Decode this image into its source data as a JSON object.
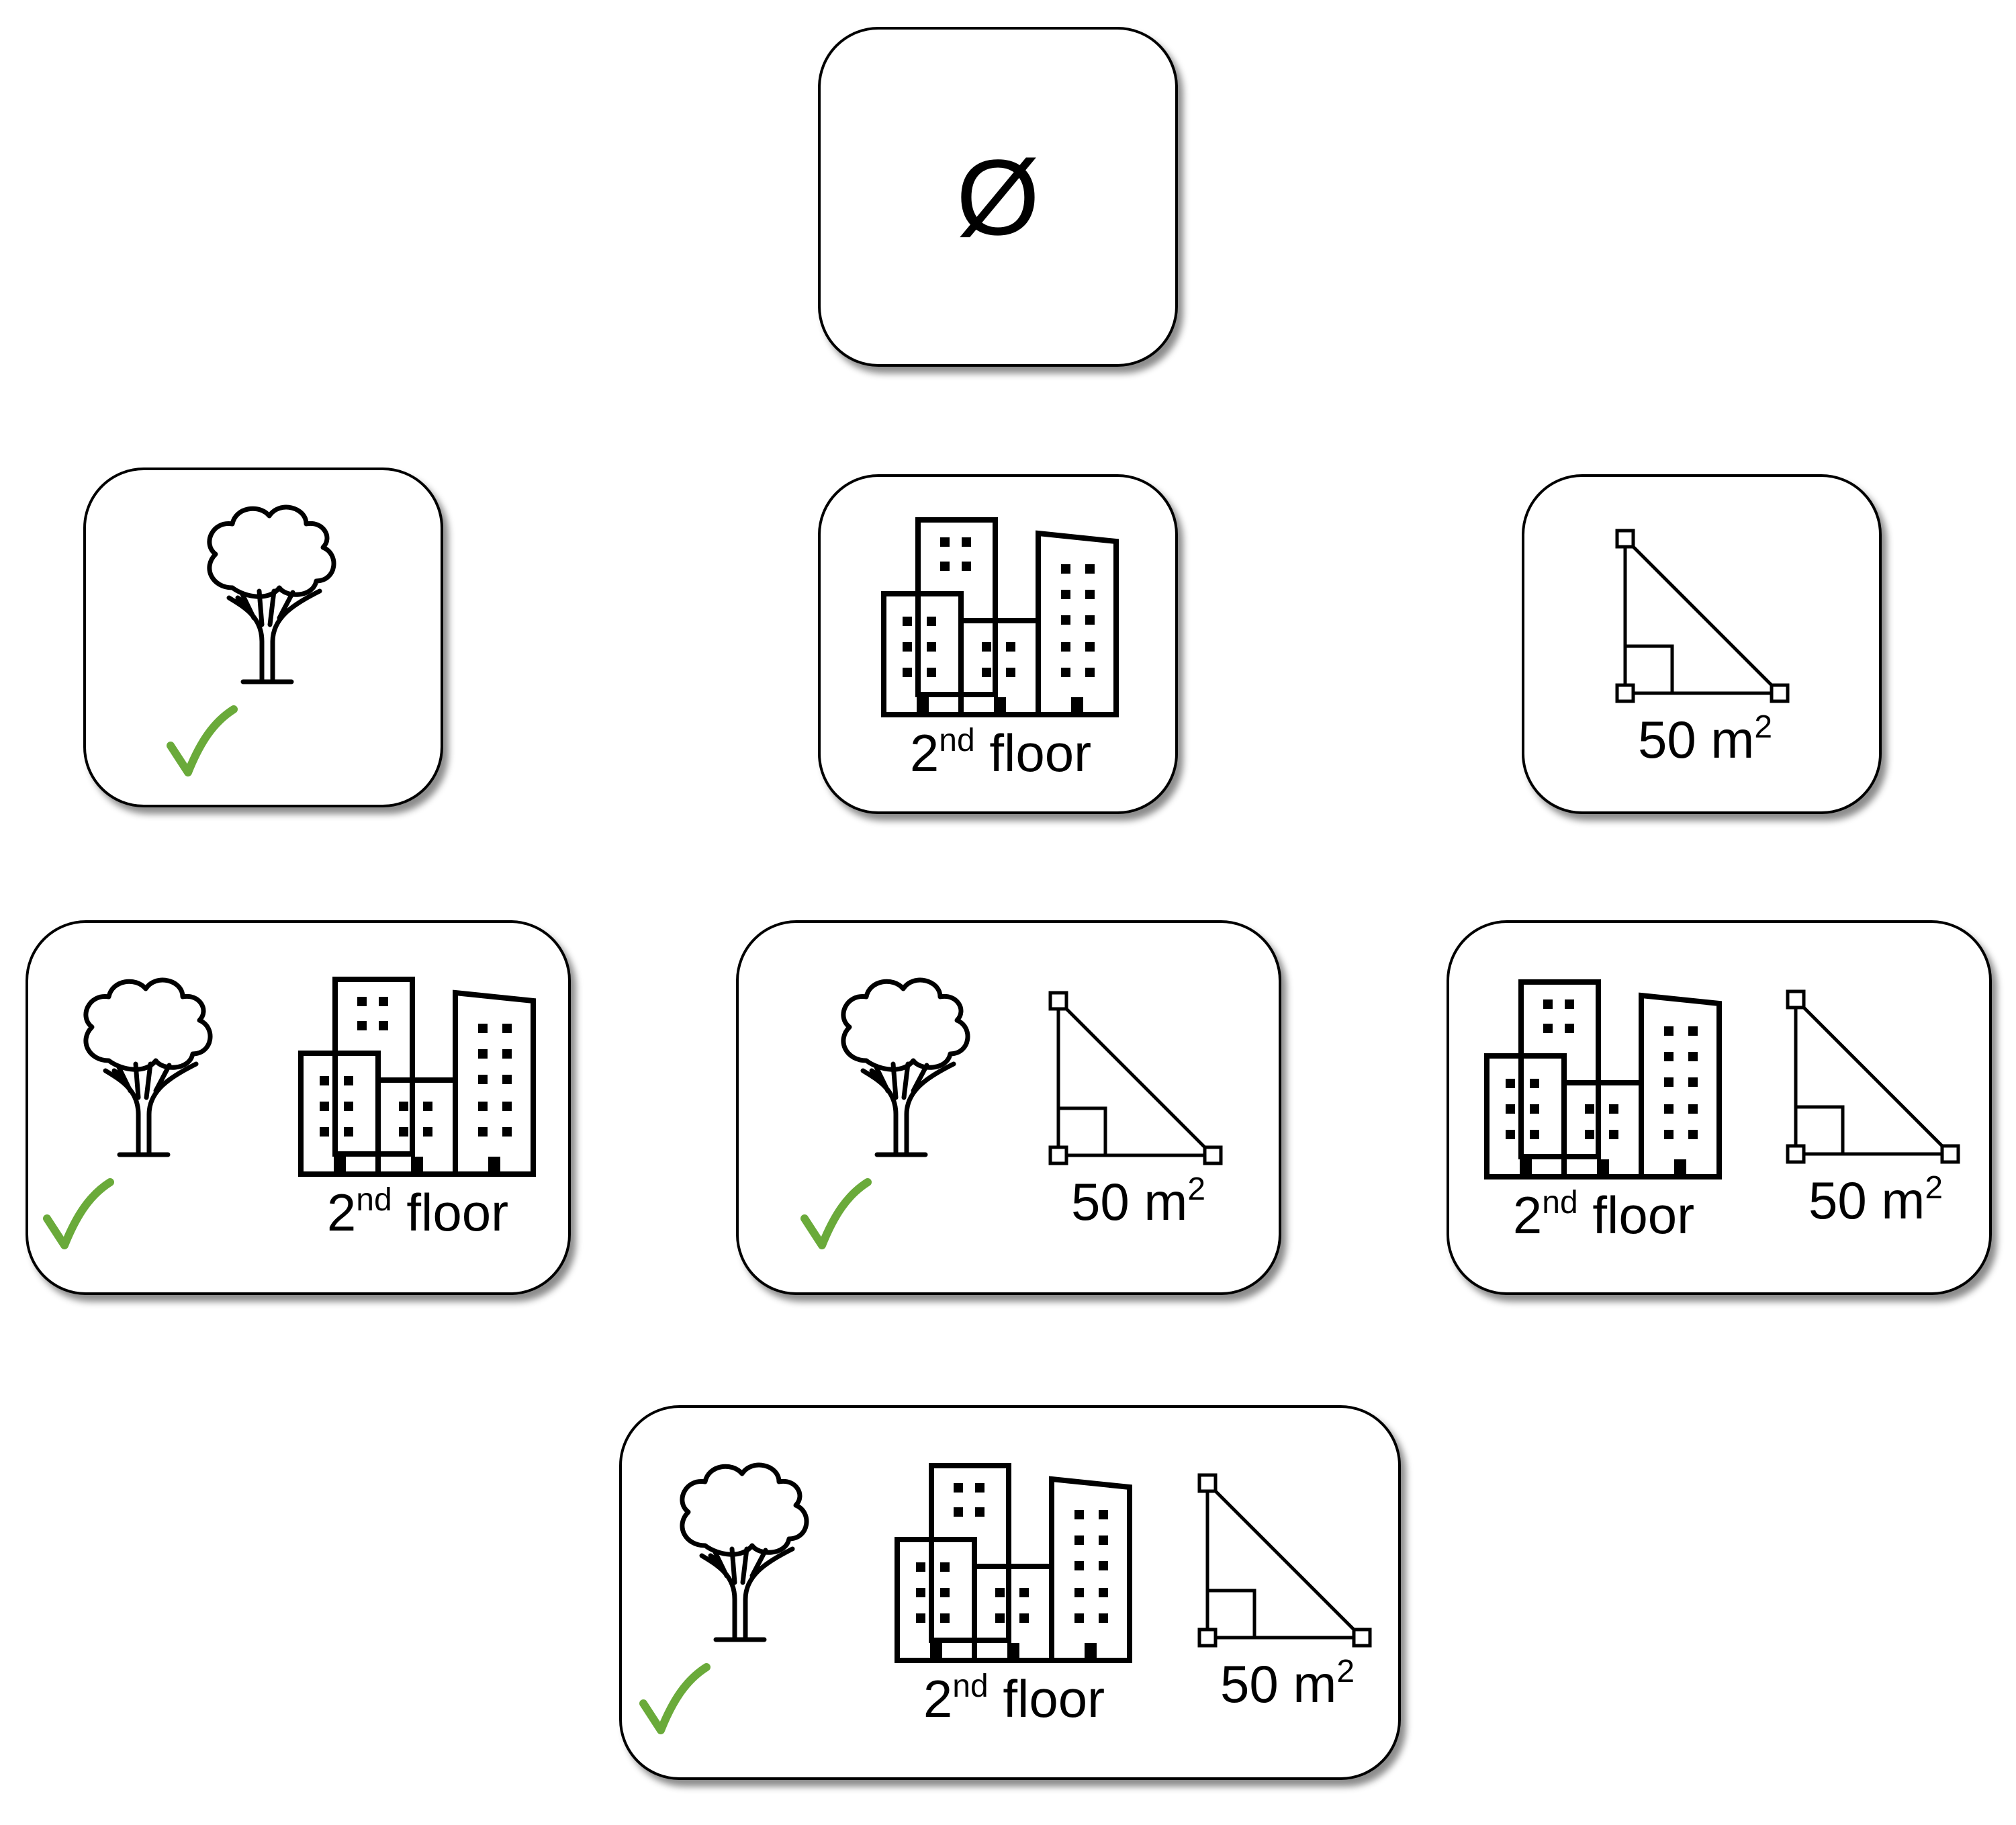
{
  "empty_set": {
    "symbol": "Ø"
  },
  "building": {
    "floor_num": "2",
    "floor_sup": "nd",
    "floor_rest": " floor"
  },
  "area": {
    "value": "50 m",
    "sup": "2"
  },
  "icons": {
    "tree": "tree-icon",
    "check": "checkmark-icon",
    "buildings": "buildings-icon",
    "triangle": "right-triangle-icon"
  },
  "colors": {
    "check": "#6aaa3a",
    "stroke": "#000000"
  }
}
